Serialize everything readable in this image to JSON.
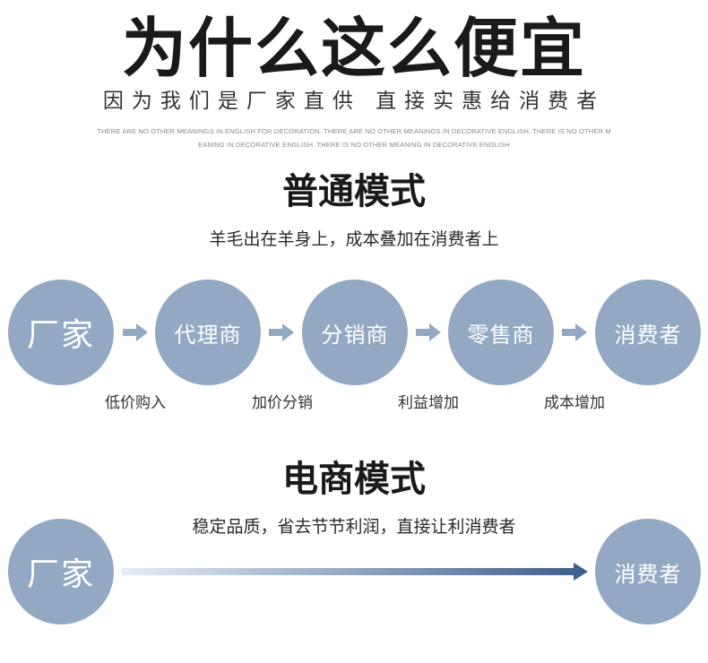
{
  "header": {
    "title": "为什么这么便宜",
    "subtitle": "因为我们是厂家直供 直接实惠给消费者",
    "decor_line1": "THERE ARE NO OTHER MEANINGS IN ENGLISH FOR DECORATION. THERE ARE NO OTHER MEANINGS IN DECORATIVE ENGLISH. THERE IS NO OTHER M",
    "decor_line2": "EANING IN DECORATIVE ENGLISH. THERE IS NO OTHER MEANING IN DECORATIVE ENGLISH"
  },
  "traditional": {
    "title": "普通模式",
    "description": "羊毛出在羊身上，成本叠加在消费者上",
    "nodes": [
      "厂家",
      "代理商",
      "分销商",
      "零售商",
      "消费者"
    ],
    "edge_labels": [
      "低价购入",
      "加价分销",
      "利益增加",
      "成本增加"
    ]
  },
  "ecommerce": {
    "title": "电商模式",
    "description": "稳定品质，省去节节利润，直接让利消费者",
    "start_node": "厂家",
    "end_node": "消费者"
  },
  "colors": {
    "circle": "#93a8c3",
    "arrow": "#93a8c3",
    "gradient_start": "#e8edf4",
    "gradient_end": "#3d5c8a"
  }
}
